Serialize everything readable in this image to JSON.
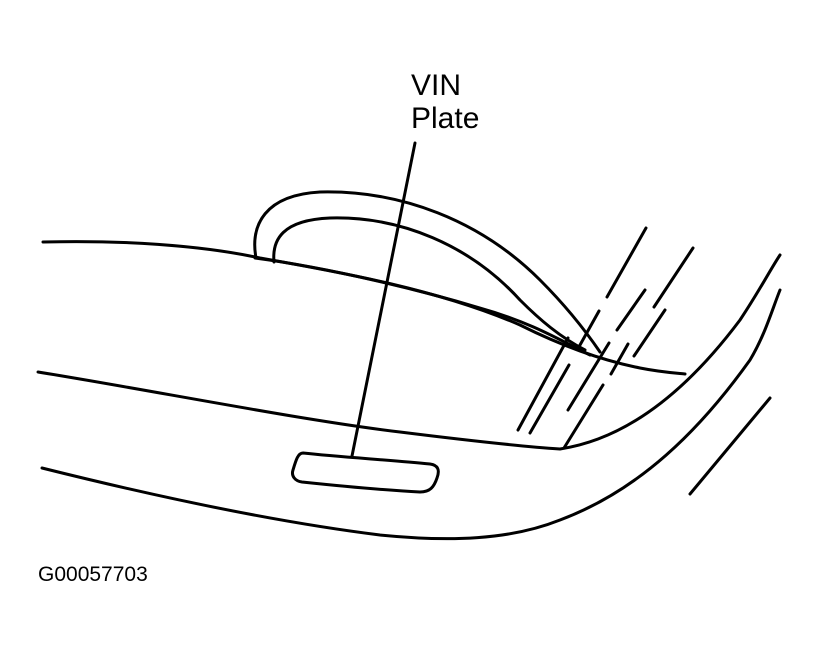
{
  "figure": {
    "callout_label_line1": "VIN",
    "callout_label_line2": "Plate",
    "figure_id": "G00057703"
  },
  "diagram": {
    "subject": "Vehicle dashboard / windshield area showing VIN plate location",
    "callouts": [
      {
        "label": "VIN Plate",
        "points_to": "vin-plate"
      }
    ],
    "colors": {
      "line": "#000000",
      "background": "#ffffff"
    }
  }
}
